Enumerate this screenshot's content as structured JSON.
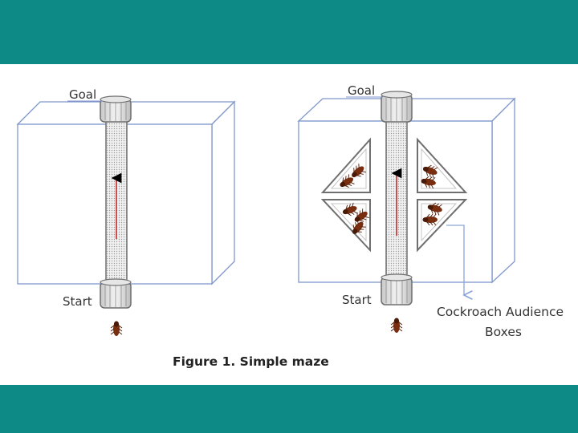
{
  "theme": {
    "band_color": "#0d8a86",
    "band_dark": "#077470",
    "box_stroke": "#7f97cc",
    "box_fill": "#ffffff",
    "tube_stroke": "#6f6f6f",
    "arrow_color": "#cc2a2a",
    "connector_color": "#8aa6d8",
    "roach_color": "#7a2e10"
  },
  "figure": {
    "left_panel": {
      "goal_label": "Goal",
      "start_label": "Start"
    },
    "right_panel": {
      "goal_label": "Goal",
      "start_label": "Start",
      "callout_line1": "Cockroach Audience",
      "callout_line2": "Boxes"
    },
    "caption": "Figure 1. Simple maze"
  }
}
